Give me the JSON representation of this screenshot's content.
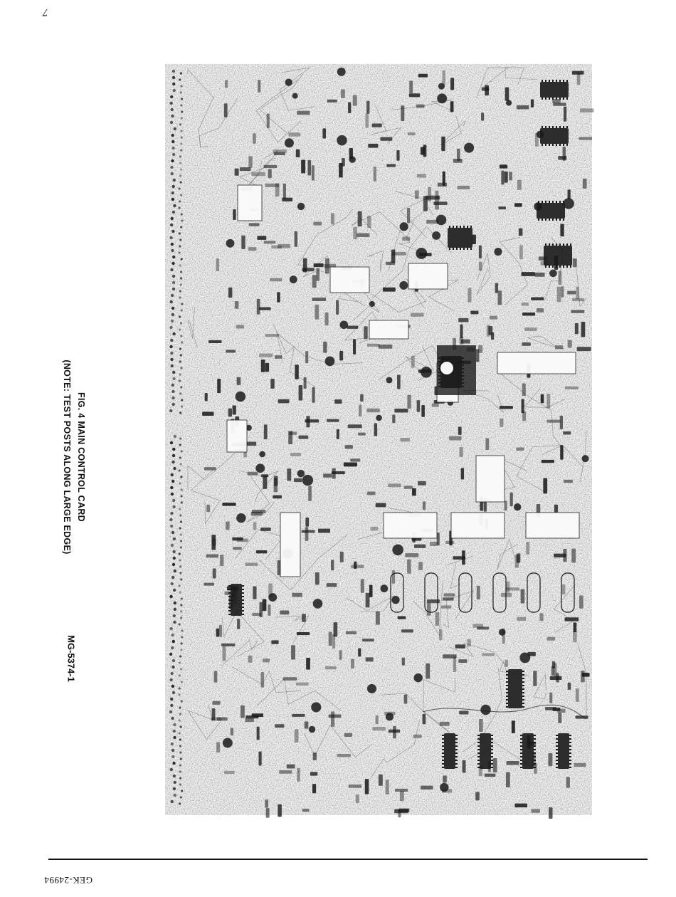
{
  "page": {
    "page_number": "7",
    "caption_line1": "FIG. 4 MAIN CONTROL CARD",
    "caption_line2": "(NOTE:  TEST POSTS ALONG LARGE EDGE)",
    "part_number": "MG-5374-1",
    "document_number": "GEK-24994"
  },
  "figure": {
    "subject": "main-control-card-photograph",
    "colors": {
      "ink": "#1a1a1a",
      "board": "#f4f4f4",
      "trace": "#6a6a6a"
    }
  }
}
